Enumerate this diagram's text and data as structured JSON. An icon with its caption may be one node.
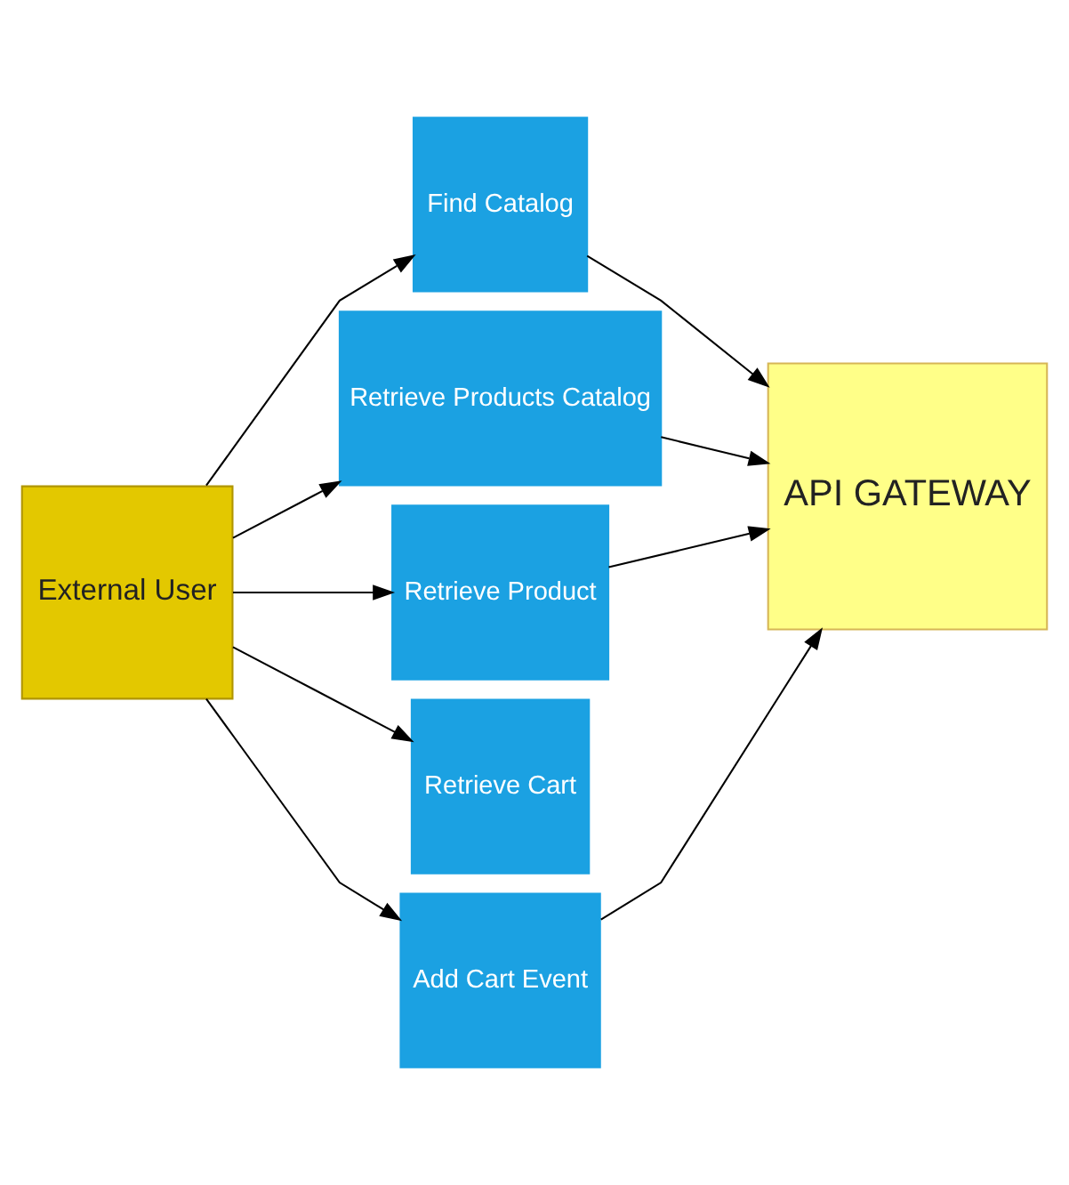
{
  "diagram": {
    "nodes": [
      {
        "text": [
          "External User"
        ]
      },
      {
        "text": [
          "Find Catalog"
        ]
      },
      {
        "text": [
          "Retrieve Products Catalog"
        ]
      },
      {
        "text": [
          "Retrieve Product"
        ]
      },
      {
        "text": [
          "Retrieve Cart"
        ]
      },
      {
        "text": [
          "Add Cart Event"
        ]
      },
      {
        "text": [
          "API GATEWAY"
        ]
      }
    ],
    "edges": [
      {
        "from": 0,
        "to": 1,
        "arrow": "to"
      },
      {
        "from": 0,
        "to": 2,
        "arrow": "to"
      },
      {
        "from": 0,
        "to": 3,
        "arrow": "to"
      },
      {
        "from": 0,
        "to": 4,
        "arrow": "to"
      },
      {
        "from": 0,
        "to": 5,
        "arrow": "to"
      },
      {
        "from": 1,
        "to": 6,
        "arrow": "to"
      },
      {
        "from": 2,
        "to": 6,
        "arrow": "to"
      },
      {
        "from": 3,
        "to": 6,
        "arrow": "to"
      },
      {
        "from": 5,
        "to": 6,
        "arrow": "to"
      }
    ]
  }
}
